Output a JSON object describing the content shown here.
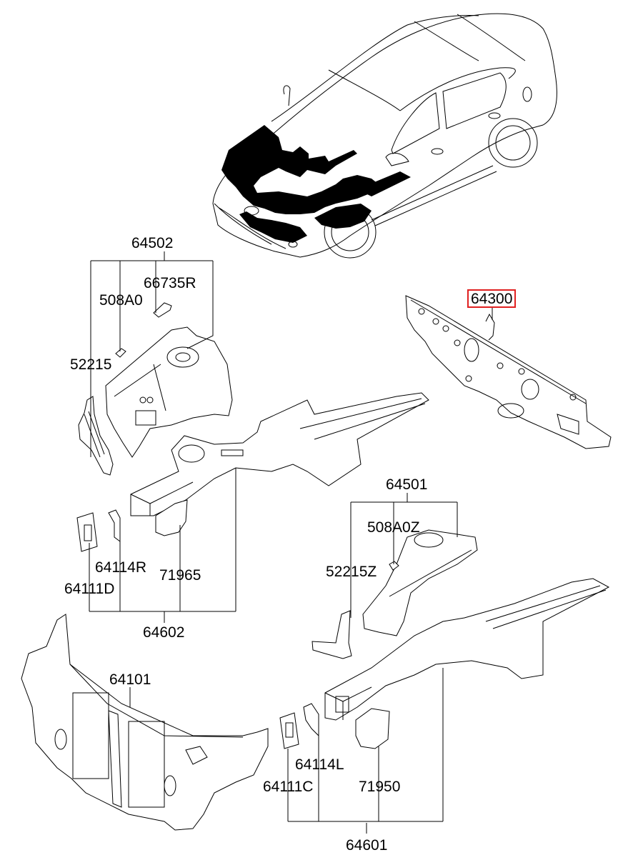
{
  "diagram": {
    "title": "Fender apron & radiator support panel",
    "highlight_color": "#e02020",
    "vehicle": "sedan-isometric-hood-area-highlighted",
    "highlighted_part": "64300",
    "labels": {
      "p64502": "64502",
      "p66735R": "66735R",
      "p508A0": "508A0",
      "p52215": "52215",
      "p64300": "64300",
      "p64114R": "64114R",
      "p64111D": "64111D",
      "p71965": "71965",
      "p64602": "64602",
      "p64501": "64501",
      "p508A0Z": "508A0Z",
      "p52215Z": "52215Z",
      "p64101": "64101",
      "p64114L": "64114L",
      "p64111C": "64111C",
      "p71950": "71950",
      "p64601": "64601"
    },
    "groups": [
      {
        "parent": "64502",
        "children": [
          "52215",
          "508A0",
          "66735R"
        ]
      },
      {
        "parent": "64602",
        "children": [
          "64111D",
          "64114R",
          "71965"
        ]
      },
      {
        "parent": "64501",
        "children": [
          "52215Z",
          "508A0Z"
        ]
      },
      {
        "parent": "64601",
        "children": [
          "64111C",
          "64114L",
          "71950"
        ]
      }
    ]
  }
}
